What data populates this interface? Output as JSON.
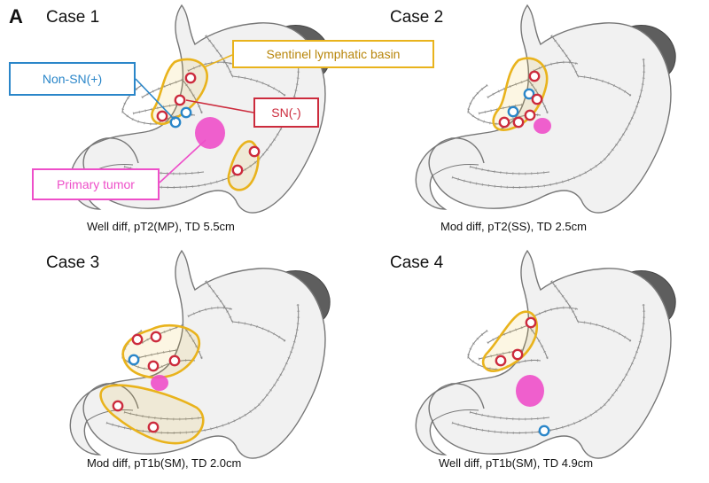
{
  "figure_label": "A",
  "colors": {
    "basin": "#e9b31c",
    "sn_negative": "#cc2b3d",
    "non_sn_positive": "#2a86c9",
    "primary_tumor": "#ee4fc9",
    "stomach_fill": "#f1f1f1",
    "outline": "#777777",
    "spleen": "#5e5e5e"
  },
  "legend": {
    "non_sn_pos": "Non-SN(+)",
    "sentinel_basin": "Sentinel lymphatic basin",
    "sn_neg": "SN(-)",
    "primary_tumor": "Primary tumor"
  },
  "panels": [
    {
      "title": "Case 1",
      "caption": "Well diff, pT2(MP), TD 5.5cm"
    },
    {
      "title": "Case 2",
      "caption": "Mod diff, pT2(SS), TD 2.5cm"
    },
    {
      "title": "Case 3",
      "caption": "Mod diff, pT1b(SM), TD 2.0cm"
    },
    {
      "title": "Case 4",
      "caption": "Well diff, pT1b(SM), TD 4.9cm"
    }
  ]
}
